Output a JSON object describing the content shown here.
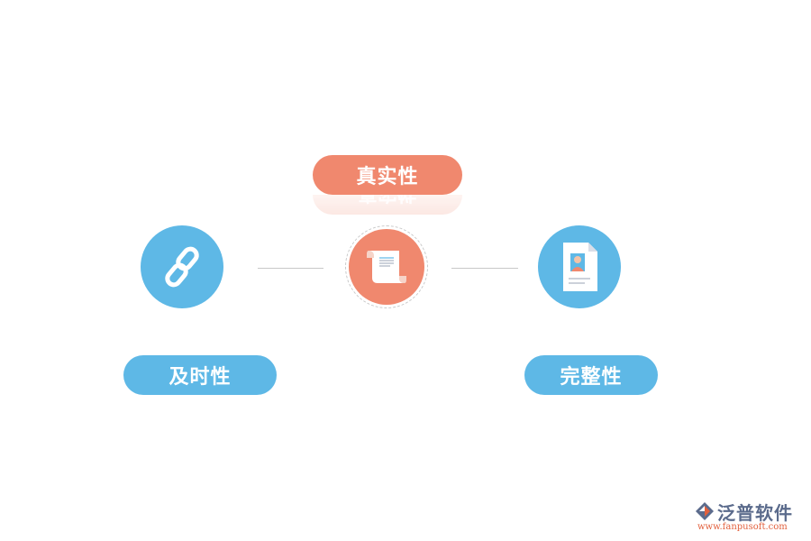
{
  "diagram": {
    "top_label": "真实性",
    "left_label": "及时性",
    "right_label": "完整性",
    "icons": {
      "left": "chain-link-icon",
      "center": "scroll-document-icon",
      "right": "profile-document-icon"
    },
    "colors": {
      "accent_red": "#f0886e",
      "accent_blue": "#5eb8e6",
      "connector": "#c8c8c8"
    }
  },
  "logo": {
    "name": "泛普软件",
    "url": "www.fanpusoft.com"
  }
}
